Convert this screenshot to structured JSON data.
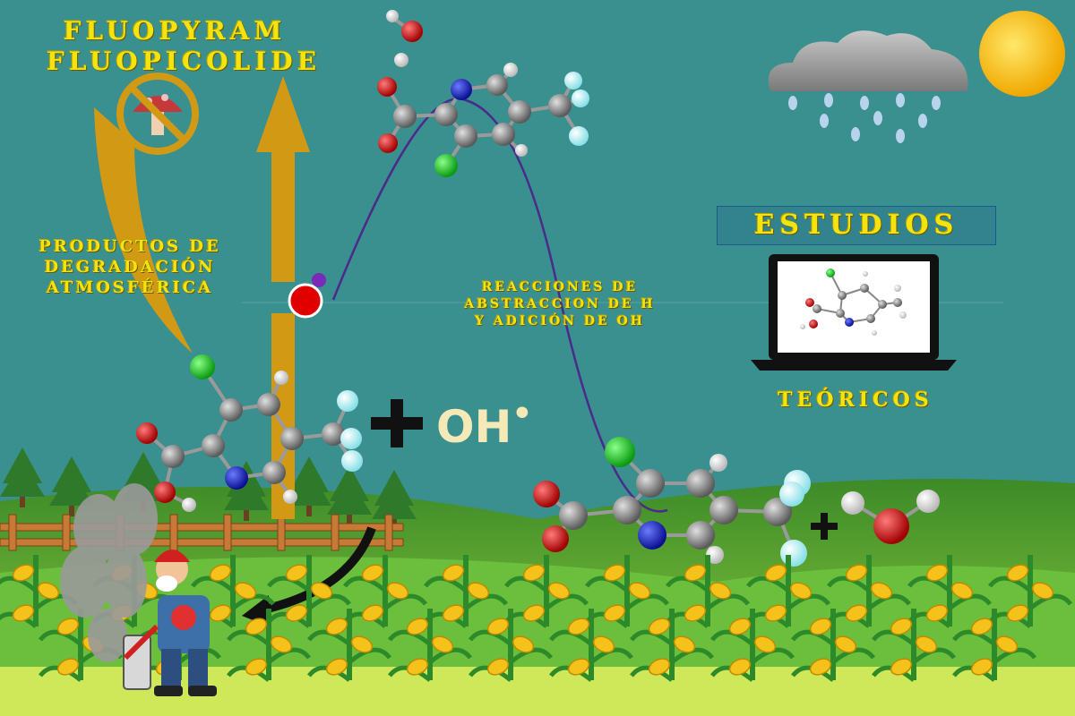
{
  "title_lines": [
    "FLUOPYRAM",
    "FLUOPICOLIDE"
  ],
  "products_lines": [
    "PRODUCTOS DE",
    "DEGRADACIÓN",
    "ATMOSFÉRICA"
  ],
  "reaction_lines": [
    "REACCIONES DE",
    "ABSTRACCION DE H",
    "Y ADICIÓN DE OH"
  ],
  "studies_label": "ESTUDIOS",
  "theoretical_label": "TEÓRICOS",
  "oh_radical": "OH",
  "oh_radical_dot": "•",
  "colors": {
    "background": "#3a8f8f",
    "title_text": "#f4e30e",
    "arrow": "#d29a14",
    "energy_curve": "#4a2a8a",
    "atom_carbon": "#8a8a8a",
    "atom_oxygen": "#d01010",
    "atom_nitrogen": "#1020c0",
    "atom_chlorine": "#10c020",
    "atom_hydrogen": "#ffffff",
    "atom_fluorine": "#bff5f5",
    "sun": "#f6b800",
    "cloud": "#9a9a9a",
    "field_grass": "#5fb23a",
    "corn": "#f4c21a",
    "fence": "#c77a35"
  },
  "icons": [
    "no-mushroom-icon",
    "laptop-icon",
    "sun-icon",
    "rain-cloud-icon",
    "farmer-sprayer-icon",
    "pesticide-cloud-icon",
    "curved-arrow-icon",
    "plus-icon"
  ]
}
